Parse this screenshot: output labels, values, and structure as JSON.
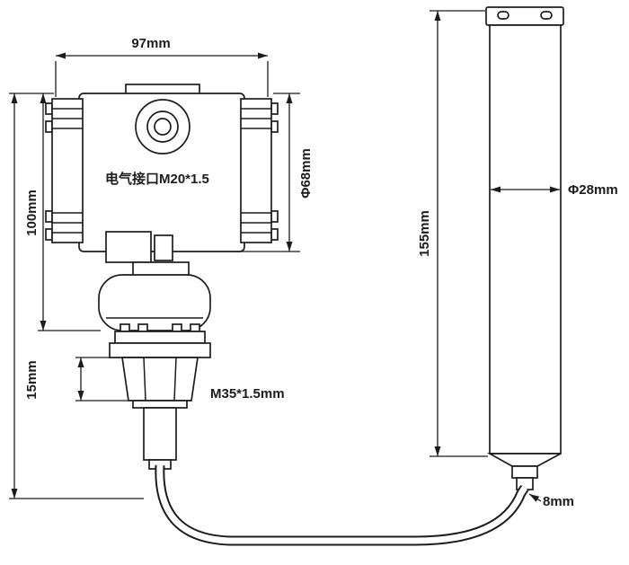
{
  "colors": {
    "line": "#1c1c1e",
    "background": "#ffffff"
  },
  "labels": {
    "housing_width": "97mm",
    "housing_height": "100mm",
    "housing_diameter": "Φ68mm",
    "electrical_port": "电气接口M20*1.5",
    "flange_height": "15mm",
    "thread_spec": "M35*1.5mm",
    "probe_length": "155mm",
    "probe_diameter": "Φ28mm",
    "cable_diameter": "8mm"
  }
}
